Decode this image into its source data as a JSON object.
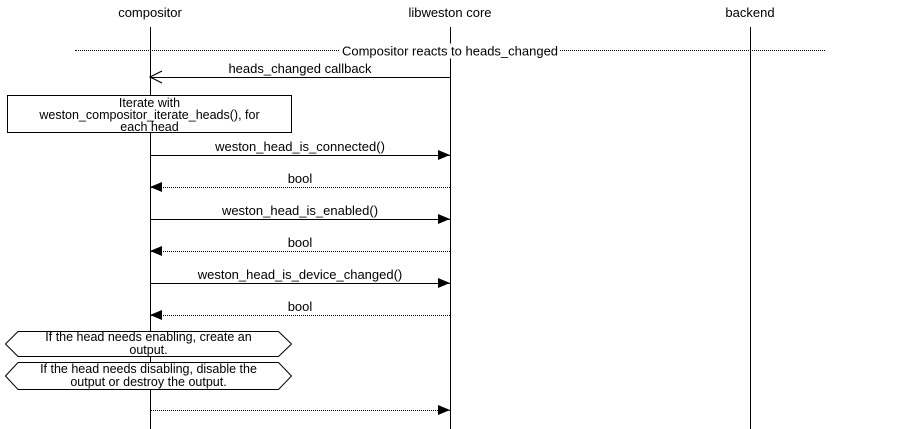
{
  "diagram": {
    "type": "sequence",
    "title": "Compositor reacts to heads_changed",
    "actors": [
      "compositor",
      "libweston core",
      "backend"
    ],
    "messages": [
      {
        "label": "heads_changed callback",
        "from": "libweston core",
        "to": "compositor",
        "line": "solid",
        "head": "open"
      },
      {
        "label": "weston_head_is_connected()",
        "from": "compositor",
        "to": "libweston core",
        "line": "solid",
        "head": "filled"
      },
      {
        "label": "bool",
        "from": "libweston core",
        "to": "compositor",
        "line": "dotted",
        "head": "filled"
      },
      {
        "label": "weston_head_is_enabled()",
        "from": "compositor",
        "to": "libweston core",
        "line": "solid",
        "head": "filled"
      },
      {
        "label": "bool",
        "from": "libweston core",
        "to": "compositor",
        "line": "dotted",
        "head": "filled"
      },
      {
        "label": "weston_head_is_device_changed()",
        "from": "compositor",
        "to": "libweston core",
        "line": "solid",
        "head": "filled"
      },
      {
        "label": "bool",
        "from": "libweston core",
        "to": "compositor",
        "line": "dotted",
        "head": "filled"
      },
      {
        "label": "",
        "from": "compositor",
        "to": "libweston core",
        "line": "dotted",
        "head": "filled"
      }
    ],
    "notes": [
      {
        "shape": "box",
        "lines": [
          "Iterate with",
          "weston_compositor_iterate_heads(), for",
          "each head"
        ]
      },
      {
        "shape": "hexagon",
        "lines": [
          "If the head needs enabling, create an",
          "output."
        ]
      },
      {
        "shape": "hexagon",
        "lines": [
          "If the head needs disabling, disable the",
          "output or destroy the output."
        ]
      }
    ],
    "colors": {
      "line": "#000000",
      "text": "#000000",
      "background": "#ffffff"
    }
  }
}
